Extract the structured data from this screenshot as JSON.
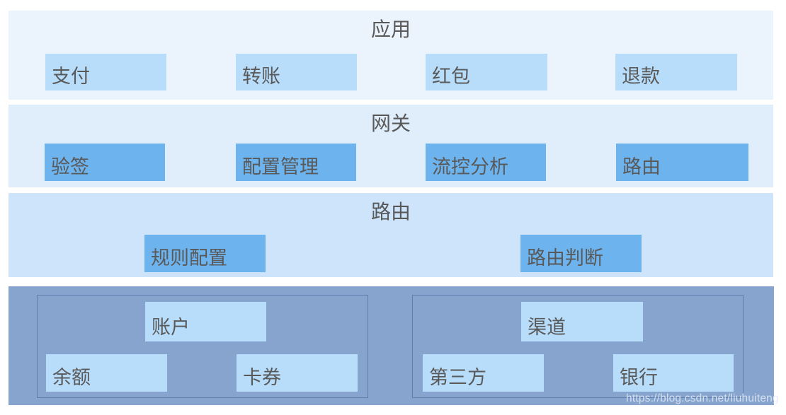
{
  "page": {
    "watermark": "https://blog.csdn.net/liuhuiteng"
  },
  "colors": {
    "layer_app_bg": "#EBF4FC",
    "layer_gateway_bg": "#E0EDFB",
    "layer_routing_bg": "#CDE4FA",
    "layer_foundation_bg": "#86A4CD",
    "box_light": "#B7DDFB",
    "box_medium": "#6DB4EF",
    "group_border": "#5E7EB1",
    "text": "#595959"
  },
  "layers": [
    {
      "title": "应用",
      "boxes": [
        {
          "label": "支付"
        },
        {
          "label": "转账"
        },
        {
          "label": "红包"
        },
        {
          "label": "退款"
        }
      ]
    },
    {
      "title": "网关",
      "boxes": [
        {
          "label": "验签"
        },
        {
          "label": "配置管理"
        },
        {
          "label": "流控分析"
        },
        {
          "label": "路由"
        }
      ]
    },
    {
      "title": "路由",
      "boxes": [
        {
          "label": "规则配置"
        },
        {
          "label": "路由判断"
        }
      ]
    },
    {
      "groups": [
        {
          "title": "账户",
          "boxes": [
            {
              "label": "余额"
            },
            {
              "label": "卡券"
            }
          ]
        },
        {
          "title": "渠道",
          "boxes": [
            {
              "label": "第三方"
            },
            {
              "label": "银行"
            }
          ]
        }
      ]
    }
  ]
}
